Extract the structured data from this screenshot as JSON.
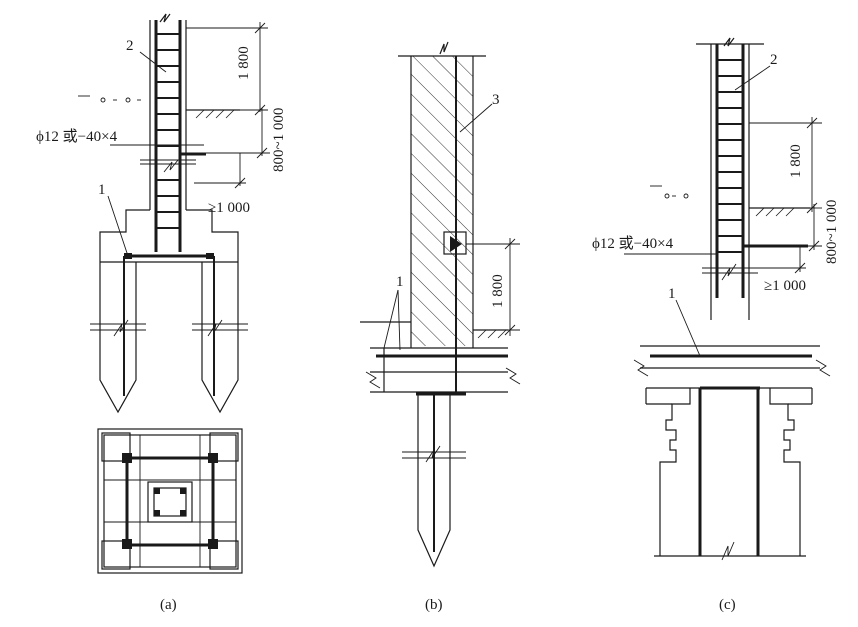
{
  "figure": {
    "panel_a": {
      "caption": "(a)",
      "callout_steel": "2",
      "callout_pile": "1",
      "dim_upper": "1 800",
      "dim_side": "800~1 000",
      "dim_depth": "≥1 000",
      "bar_spec": "ϕ12 或−40×4"
    },
    "panel_b": {
      "caption": "(b)",
      "callout_wall": "3",
      "callout_pile": "1",
      "dim_height": "1 800"
    },
    "panel_c": {
      "caption": "(c)",
      "callout_steel": "2",
      "callout_pile": "1",
      "dim_upper": "1 800",
      "dim_side": "800~1 000",
      "dim_depth": "≥1 000",
      "bar_spec": "ϕ12 或−40×4"
    }
  }
}
